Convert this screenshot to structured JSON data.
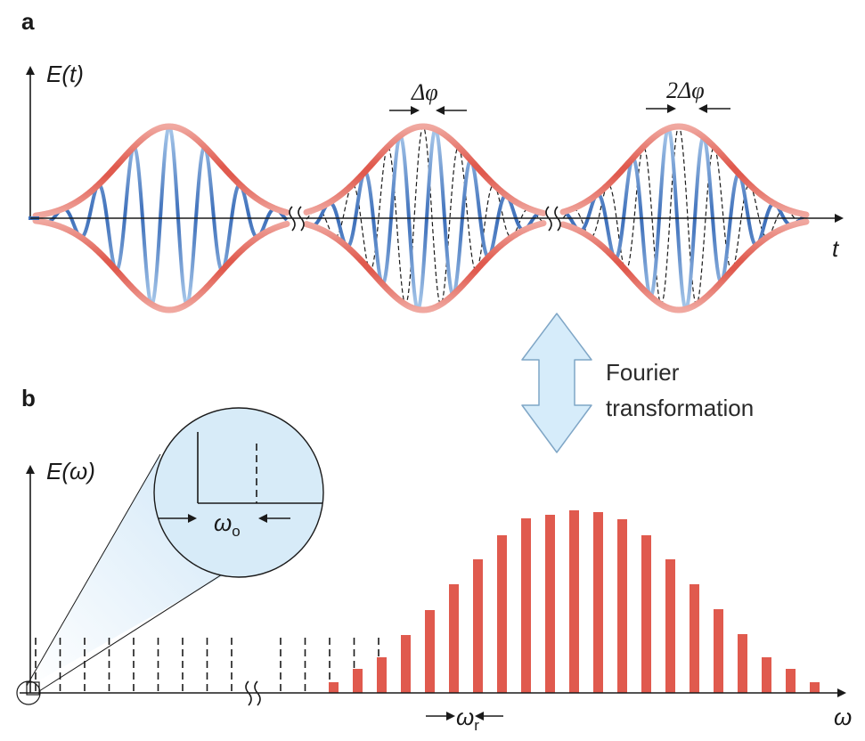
{
  "panel_a": {
    "label": "a",
    "y_axis_label": "E(t)",
    "x_axis_label": "t",
    "phase_labels": [
      "Δφ",
      "2Δφ"
    ]
  },
  "panel_b": {
    "label": "b",
    "y_axis_label": "E(ω)",
    "x_axis_label": "ω",
    "offset_label": "ω",
    "offset_sub": "o",
    "rep_label": "ω",
    "rep_sub": "r"
  },
  "transform_label": {
    "line1": "Fourier",
    "line2": "transformation"
  },
  "colors": {
    "envelope": "#e05a4e",
    "envelope_light": "#f0a8a0",
    "carrier": "#3d6fba",
    "carrier_light": "#a8c8ea",
    "comb": "#e05a4e",
    "arrow_fill": "#d6ecfa",
    "arrow_stroke": "#7fa6c6",
    "magnifier": "#d7ebf8"
  }
}
